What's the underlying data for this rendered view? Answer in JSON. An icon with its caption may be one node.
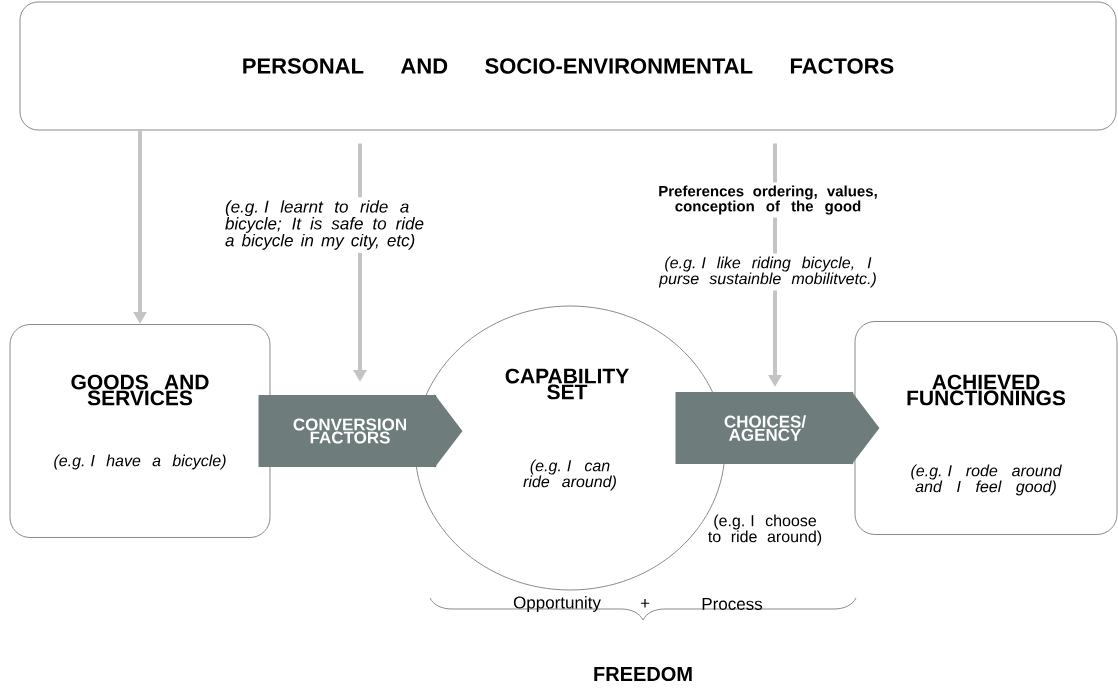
{
  "diagram": {
    "nodes": [
      {
        "text": [
          "PERSONAL AND SOCIO-ENVIRONMENTAL FACTORS"
        ]
      },
      {
        "text": [
          "GOODS AND SERVICES",
          "(e.g. I have a bicycle)"
        ]
      },
      {
        "text": [
          "CAPABILITY SET",
          "(e.g. I can ride around)"
        ]
      },
      {
        "text": [
          "ACHIEVED FUNCTIONINGS",
          "(e.g. I rode around and I feel good)"
        ]
      }
    ],
    "edges": [
      {
        "from": 0,
        "to": 1,
        "arrow": "to"
      },
      {
        "from": 0,
        "to": null,
        "arrow": "to",
        "label": "(e.g. I learnt to ride a bicycle; It is safe to ride a bicycle in my city, etc)"
      },
      {
        "from": 0,
        "to": null,
        "arrow": "to",
        "label": "Preferences ordering, values, conception of the good"
      },
      {
        "from": 1,
        "to": 2,
        "arrow": "to",
        "style": "thick",
        "color": "#6e7c7c",
        "label": "CONVERSION FACTORS"
      },
      {
        "from": 2,
        "to": 3,
        "arrow": "to",
        "style": "thick",
        "color": "#6e7c7c",
        "label": "CHOICES/ AGENCY"
      }
    ],
    "labels": [
      "(e.g. I like riding bicycle, I purse sustainble mobilitvetc.)",
      "(e.g. I choose to ride around)",
      "Opportunity",
      "+",
      "Process",
      "FREEDOM"
    ]
  }
}
